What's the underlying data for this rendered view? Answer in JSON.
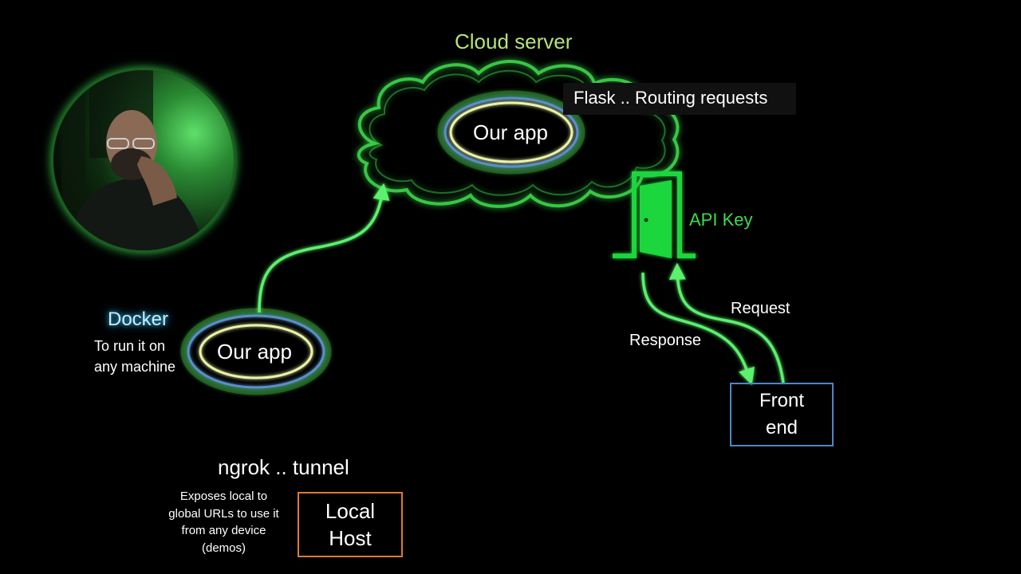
{
  "diagram": {
    "cloud_title": "Cloud server",
    "flask_label": "Flask .. Routing requests",
    "app_top": "Our app",
    "app_bottom": "Our app",
    "api_key": "API Key",
    "docker_title": "Docker",
    "docker_desc": "To run it on any machine",
    "request": "Request",
    "response": "Response",
    "frontend": "Front end",
    "ngrok_title": "ngrok .. tunnel",
    "ngrok_desc": "Exposes local to global URLs to use it from any device (demos)",
    "localhost": "Local Host"
  },
  "colors": {
    "cloud_glow": "#3ddc4e",
    "arrow": "#5cf06e",
    "app_ring_outer": "#5a8fc8",
    "app_ring_inner": "#e8f3a8",
    "door": "#1fd63e",
    "frontend_border": "#4f86c6",
    "localhost_border": "#e07a2d"
  },
  "icons": {
    "door": "door-icon",
    "presenter": "presenter-avatar"
  }
}
